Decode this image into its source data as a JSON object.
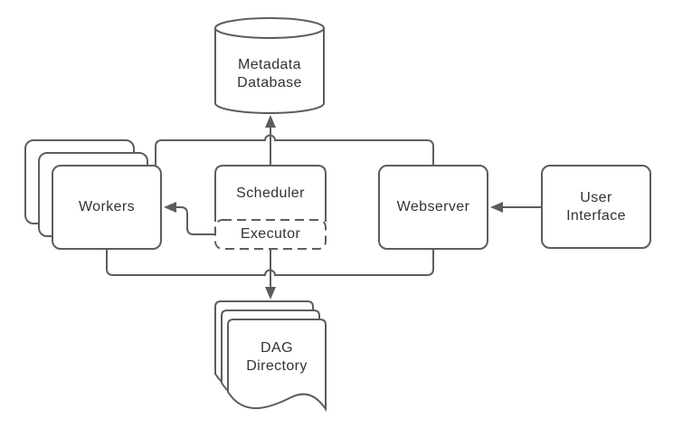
{
  "diagram": {
    "colors": {
      "stroke": "#5d5d5d",
      "text": "#333333",
      "background": "#ffffff",
      "nodefill": "#ffffff"
    },
    "nodes": {
      "metadata_database": {
        "label": "Metadata\nDatabase",
        "shape": "cylinder"
      },
      "workers": {
        "label": "Workers",
        "shape": "stacked-rounded-rectangles"
      },
      "scheduler": {
        "label": "Scheduler",
        "shape": "rounded-rectangle"
      },
      "executor": {
        "label": "Executor",
        "shape": "dashed-rounded-rectangle"
      },
      "webserver": {
        "label": "Webserver",
        "shape": "rounded-rectangle"
      },
      "user_interface": {
        "label": "User\nInterface",
        "shape": "rounded-rectangle"
      },
      "dag_directory": {
        "label": "DAG\nDirectory",
        "shape": "stacked-documents"
      }
    },
    "edges": [
      {
        "from": "scheduler",
        "to": "metadata_database",
        "arrow": true
      },
      {
        "from": "executor",
        "to": "workers",
        "arrow": true
      },
      {
        "from": "executor",
        "to": "dag_directory",
        "arrow": true
      },
      {
        "from": "user_interface",
        "to": "webserver",
        "arrow": true
      },
      {
        "from": "workers",
        "to": "webserver",
        "via": "top-bus-line",
        "arrow": false
      },
      {
        "from": "workers",
        "to": "webserver",
        "via": "bottom-bus-line",
        "arrow": false
      }
    ]
  }
}
